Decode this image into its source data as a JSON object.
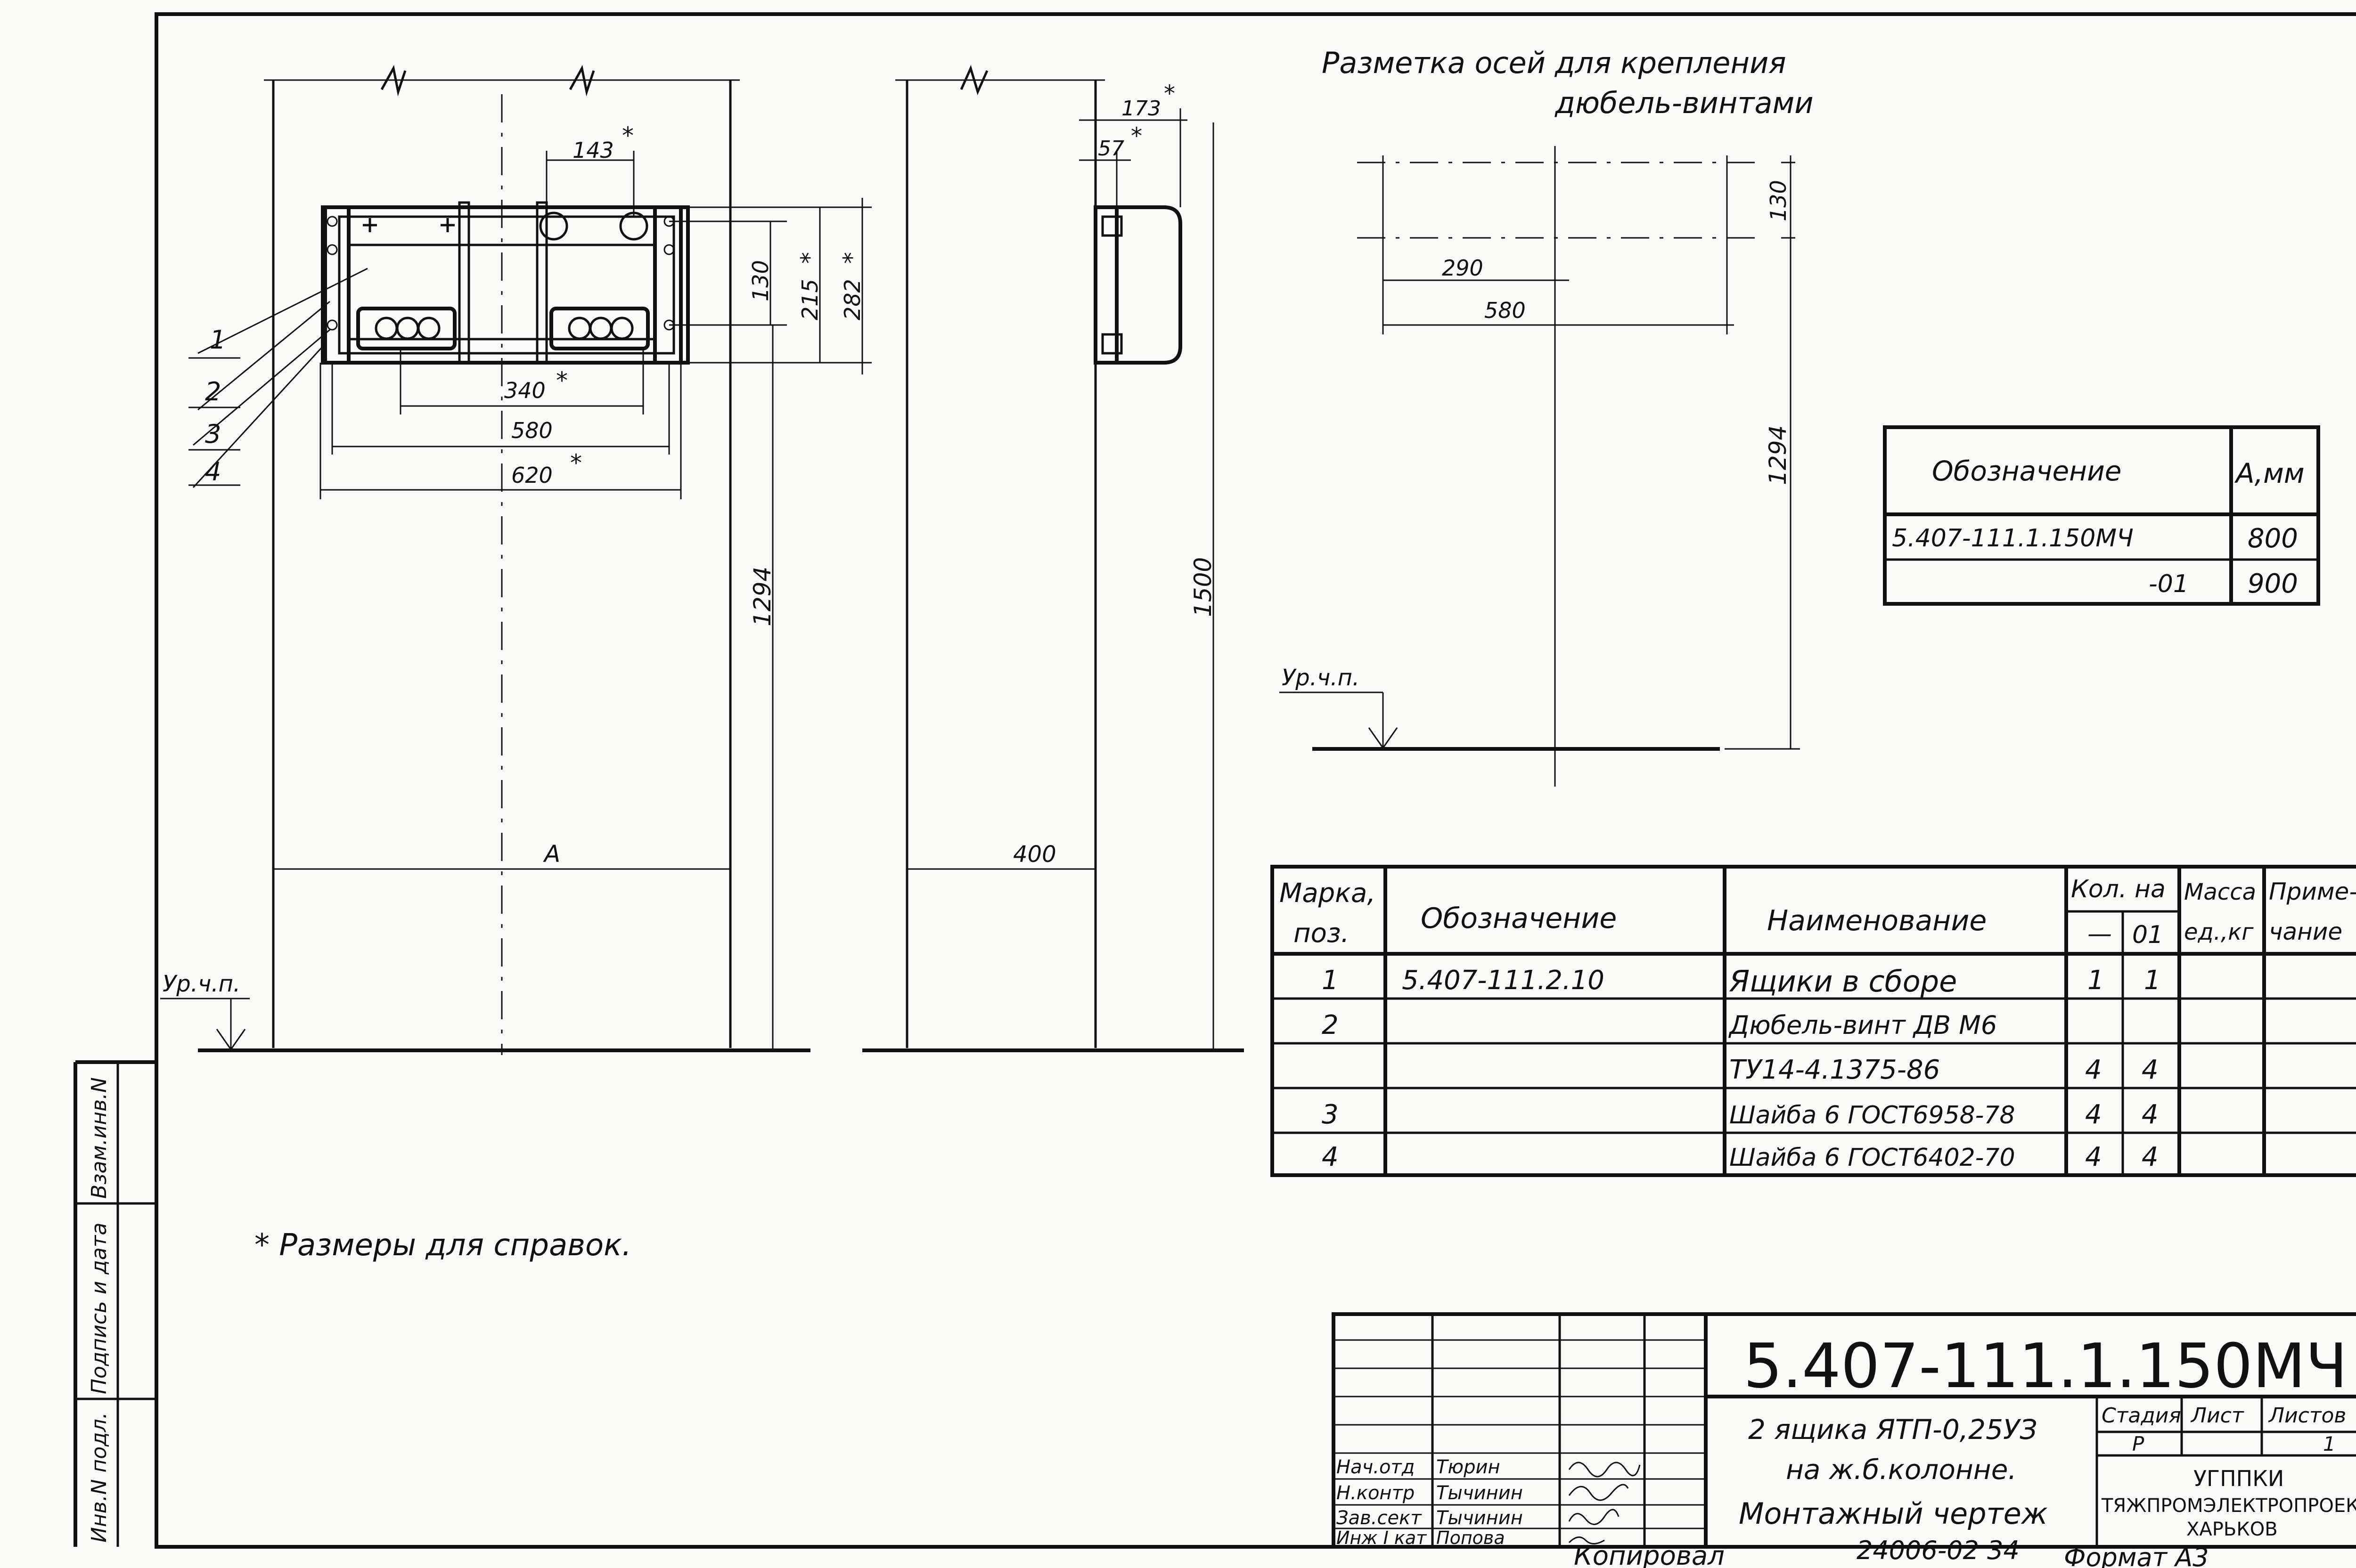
{
  "main_view": {
    "dim_143": "143",
    "dim_130": "130",
    "dim_215": "215",
    "dim_282": "282",
    "dim_340": "340",
    "dim_580": "580",
    "dim_620": "620",
    "dim_1294": "1294",
    "dim_A": "A",
    "star": "*",
    "level_label": "Ур.ч.п.",
    "callouts": [
      "1",
      "2",
      "3",
      "4"
    ]
  },
  "side_view": {
    "dim_173": "173",
    "dim_57": "57",
    "dim_1500": "1500",
    "dim_400": "400"
  },
  "axes_view": {
    "title_line1": "Разметка осей для крепления",
    "title_line2": "дюбель-винтами",
    "dim_130": "130",
    "dim_290": "290",
    "dim_580": "580",
    "dim_1294": "1294",
    "level_label": "Ур.ч.п."
  },
  "variants_table": {
    "headers": [
      "Обозначение",
      "А,мм"
    ],
    "rows": [
      [
        "5.407-111.1.150МЧ",
        "800"
      ],
      [
        "-01",
        "900"
      ]
    ]
  },
  "spec_table": {
    "headers": {
      "mark": "Марка, поз.",
      "designation": "Обозначение",
      "name": "Наименование",
      "qty": "Кол. на",
      "qty_a": "—",
      "qty_b": "01",
      "mass": "Масса ед.,кг",
      "note": "Приме- чание"
    },
    "rows": [
      {
        "mark": "1",
        "designation": "5.407-111.2.10",
        "name": "Ящики в сборе",
        "q1": "1",
        "q2": "1"
      },
      {
        "mark": "2",
        "designation": "",
        "name": "Дюбель-винт ДВ М6",
        "q1": "",
        "q2": ""
      },
      {
        "mark": "",
        "designation": "",
        "name": "ТУ14-4.1375-86",
        "q1": "4",
        "q2": "4"
      },
      {
        "mark": "3",
        "designation": "",
        "name": "Шайба 6 ГОСТ6958-78",
        "q1": "4",
        "q2": "4"
      },
      {
        "mark": "4",
        "designation": "",
        "name": "Шайба 6 ГОСТ6402-70",
        "q1": "4",
        "q2": "4"
      }
    ]
  },
  "note": "* Размеры для справок.",
  "side_stamp": {
    "cell1": "Взам.инв.N",
    "cell2": "Подпись и дата",
    "cell3": "Инв.N подл."
  },
  "title_block": {
    "code": "5.407-111.1.150МЧ",
    "description_line1": "2 ящика ЯТП-0,25УЗ",
    "description_line2": "на ж.б.колонне.",
    "description_line3": "Монтажный чертеж",
    "stage_header": "Стадия",
    "sheet_header": "Лист",
    "sheets_header": "Листов",
    "stage": "Р",
    "sheets": "1",
    "org_line1": "УГППКИ",
    "org_line2": "ТЯЖПРОМЭЛЕКТРОПРОЕКТ",
    "org_line3": "ХАРЬКОВ",
    "people": [
      {
        "role": "Нач.отд",
        "name": "Тюрин"
      },
      {
        "role": "Н.контр",
        "name": "Тычинин"
      },
      {
        "role": "Зав.сект",
        "name": "Тычинин"
      },
      {
        "role": "Инж I кат",
        "name": "Попова"
      }
    ]
  },
  "footer": {
    "copied": "Копировал",
    "number": "24006-02 34",
    "format": "Формат А3"
  }
}
